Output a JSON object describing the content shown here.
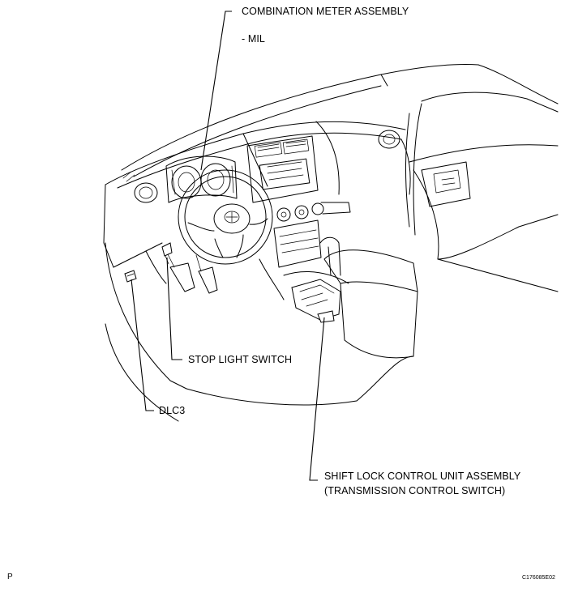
{
  "labels": {
    "combination_meter": "COMBINATION METER ASSEMBLY",
    "mil": "- MIL",
    "stop_light_switch": "STOP LIGHT SWITCH",
    "dlc3": "DLC3",
    "shift_lock_line1": "SHIFT LOCK CONTROL UNIT ASSEMBLY",
    "shift_lock_line2": "(TRANSMISSION CONTROL SWITCH)"
  },
  "figure_code": "C176085E02",
  "page_marker": "P"
}
